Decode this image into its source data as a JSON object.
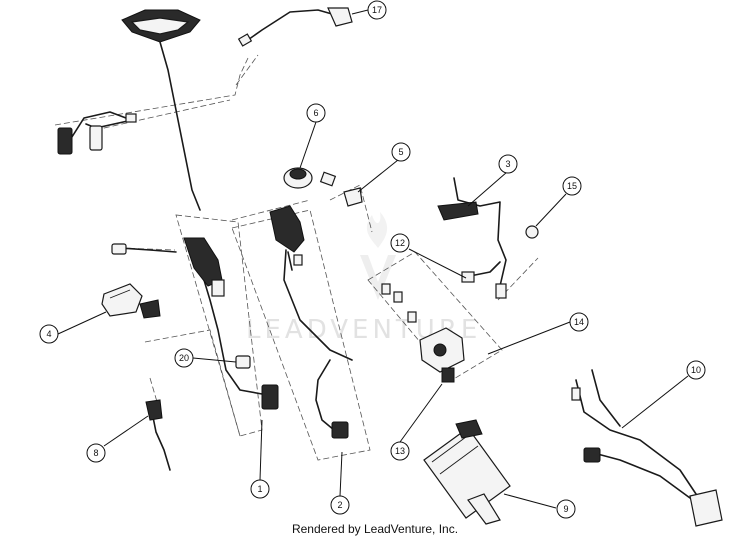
{
  "watermark": {
    "text": "LEADVENTURE"
  },
  "footer": {
    "text": "Rendered by LeadVenture, Inc."
  },
  "callouts": [
    {
      "id": "c1",
      "label": "1"
    },
    {
      "id": "c2",
      "label": "2"
    },
    {
      "id": "c3",
      "label": "3"
    },
    {
      "id": "c4",
      "label": "4"
    },
    {
      "id": "c5",
      "label": "5"
    },
    {
      "id": "c6",
      "label": "6"
    },
    {
      "id": "c8",
      "label": "8"
    },
    {
      "id": "c9",
      "label": "9"
    },
    {
      "id": "c10",
      "label": "10"
    },
    {
      "id": "c12",
      "label": "12"
    },
    {
      "id": "c13",
      "label": "13"
    },
    {
      "id": "c14",
      "label": "14"
    },
    {
      "id": "c15",
      "label": "15"
    },
    {
      "id": "c17",
      "label": "17"
    },
    {
      "id": "c20",
      "label": "20"
    }
  ]
}
